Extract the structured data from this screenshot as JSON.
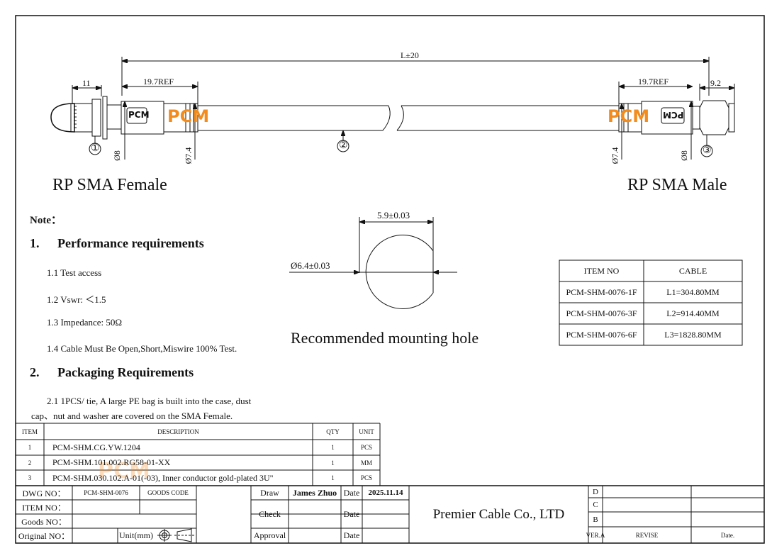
{
  "drawing": {
    "length_dim": "L±20",
    "left_dims": {
      "cap": "11",
      "ref": "19.7REF",
      "dia_outer": "Ø8",
      "dia_inner": "Ø7.4"
    },
    "right_dims": {
      "ref": "19.7REF",
      "nut": "9.2",
      "dia_outer": "Ø8",
      "dia_inner": "Ø7.4"
    },
    "balloons": [
      "①",
      "②",
      "③"
    ],
    "boot_marking": "PCM",
    "watermark": "PCM",
    "left_label": "RP SMA Female",
    "right_label": "RP SMA Male",
    "accent_color": "#f28c1e"
  },
  "notes": {
    "title": "Note：",
    "section1": {
      "num": "1.",
      "title": "Performance requirements",
      "items": [
        "1.1 Test access",
        "1.2 Vswr: ＜1.5",
        "1.3 Impedance: 50Ω",
        "1.4 Cable Must Be Open,Short,Miswire 100% Test."
      ]
    },
    "section2": {
      "num": "2.",
      "title": "Packaging Requirements",
      "line1": "2.1 1PCS/ tie, A large PE bag is built into the case, dust",
      "line2": "cap、nut and washer are covered on the SMA Female."
    }
  },
  "mounting_hole": {
    "width_dim": "5.9±0.03",
    "dia_dim": "Ø6.4±0.03",
    "caption": "Recommended mounting hole"
  },
  "item_table": {
    "headers": [
      "ITEM NO",
      "CABLE"
    ],
    "rows": [
      [
        "PCM-SHM-0076-1F",
        "L1=304.80MM"
      ],
      [
        "PCM-SHM-0076-3F",
        "L2=914.40MM"
      ],
      [
        "PCM-SHM-0076-6F",
        "L3=1828.80MM"
      ]
    ]
  },
  "bom": {
    "headers": [
      "ITEM",
      "DESCRIPTION",
      "QTY",
      "UNIT"
    ],
    "rows": [
      [
        "1",
        "PCM-SHM.CG.YW.1204",
        "1",
        "PCS"
      ],
      [
        "2",
        "PCM-SHM.101.002.RG58-01-XX",
        "1",
        "MM"
      ],
      [
        "3",
        "PCM-SHM.030.102.A-01(-03), Inner conductor gold-plated 3U\"",
        "1",
        "PCS"
      ]
    ]
  },
  "title_block": {
    "dwg_no_label": "DWG NO：",
    "dwg_no": "PCM-SHM-0076",
    "goods_code_label": "GOODS CODE",
    "item_no_label": "ITEM NO：",
    "goods_no_label": "Goods NO：",
    "original_no_label": "Original NO：",
    "unit": "Unit(mm)",
    "draw_label": "Draw",
    "drawer": "James Zhuo",
    "date_label": "Date",
    "draw_date": "2025.11.14",
    "check_label": "Check",
    "approval_label": "Approval",
    "company": "Premier Cable Co., LTD",
    "revisions": [
      "D",
      "C",
      "B",
      "VER.A"
    ],
    "revise_label": "REVISE",
    "rev_date_label": "Date."
  }
}
